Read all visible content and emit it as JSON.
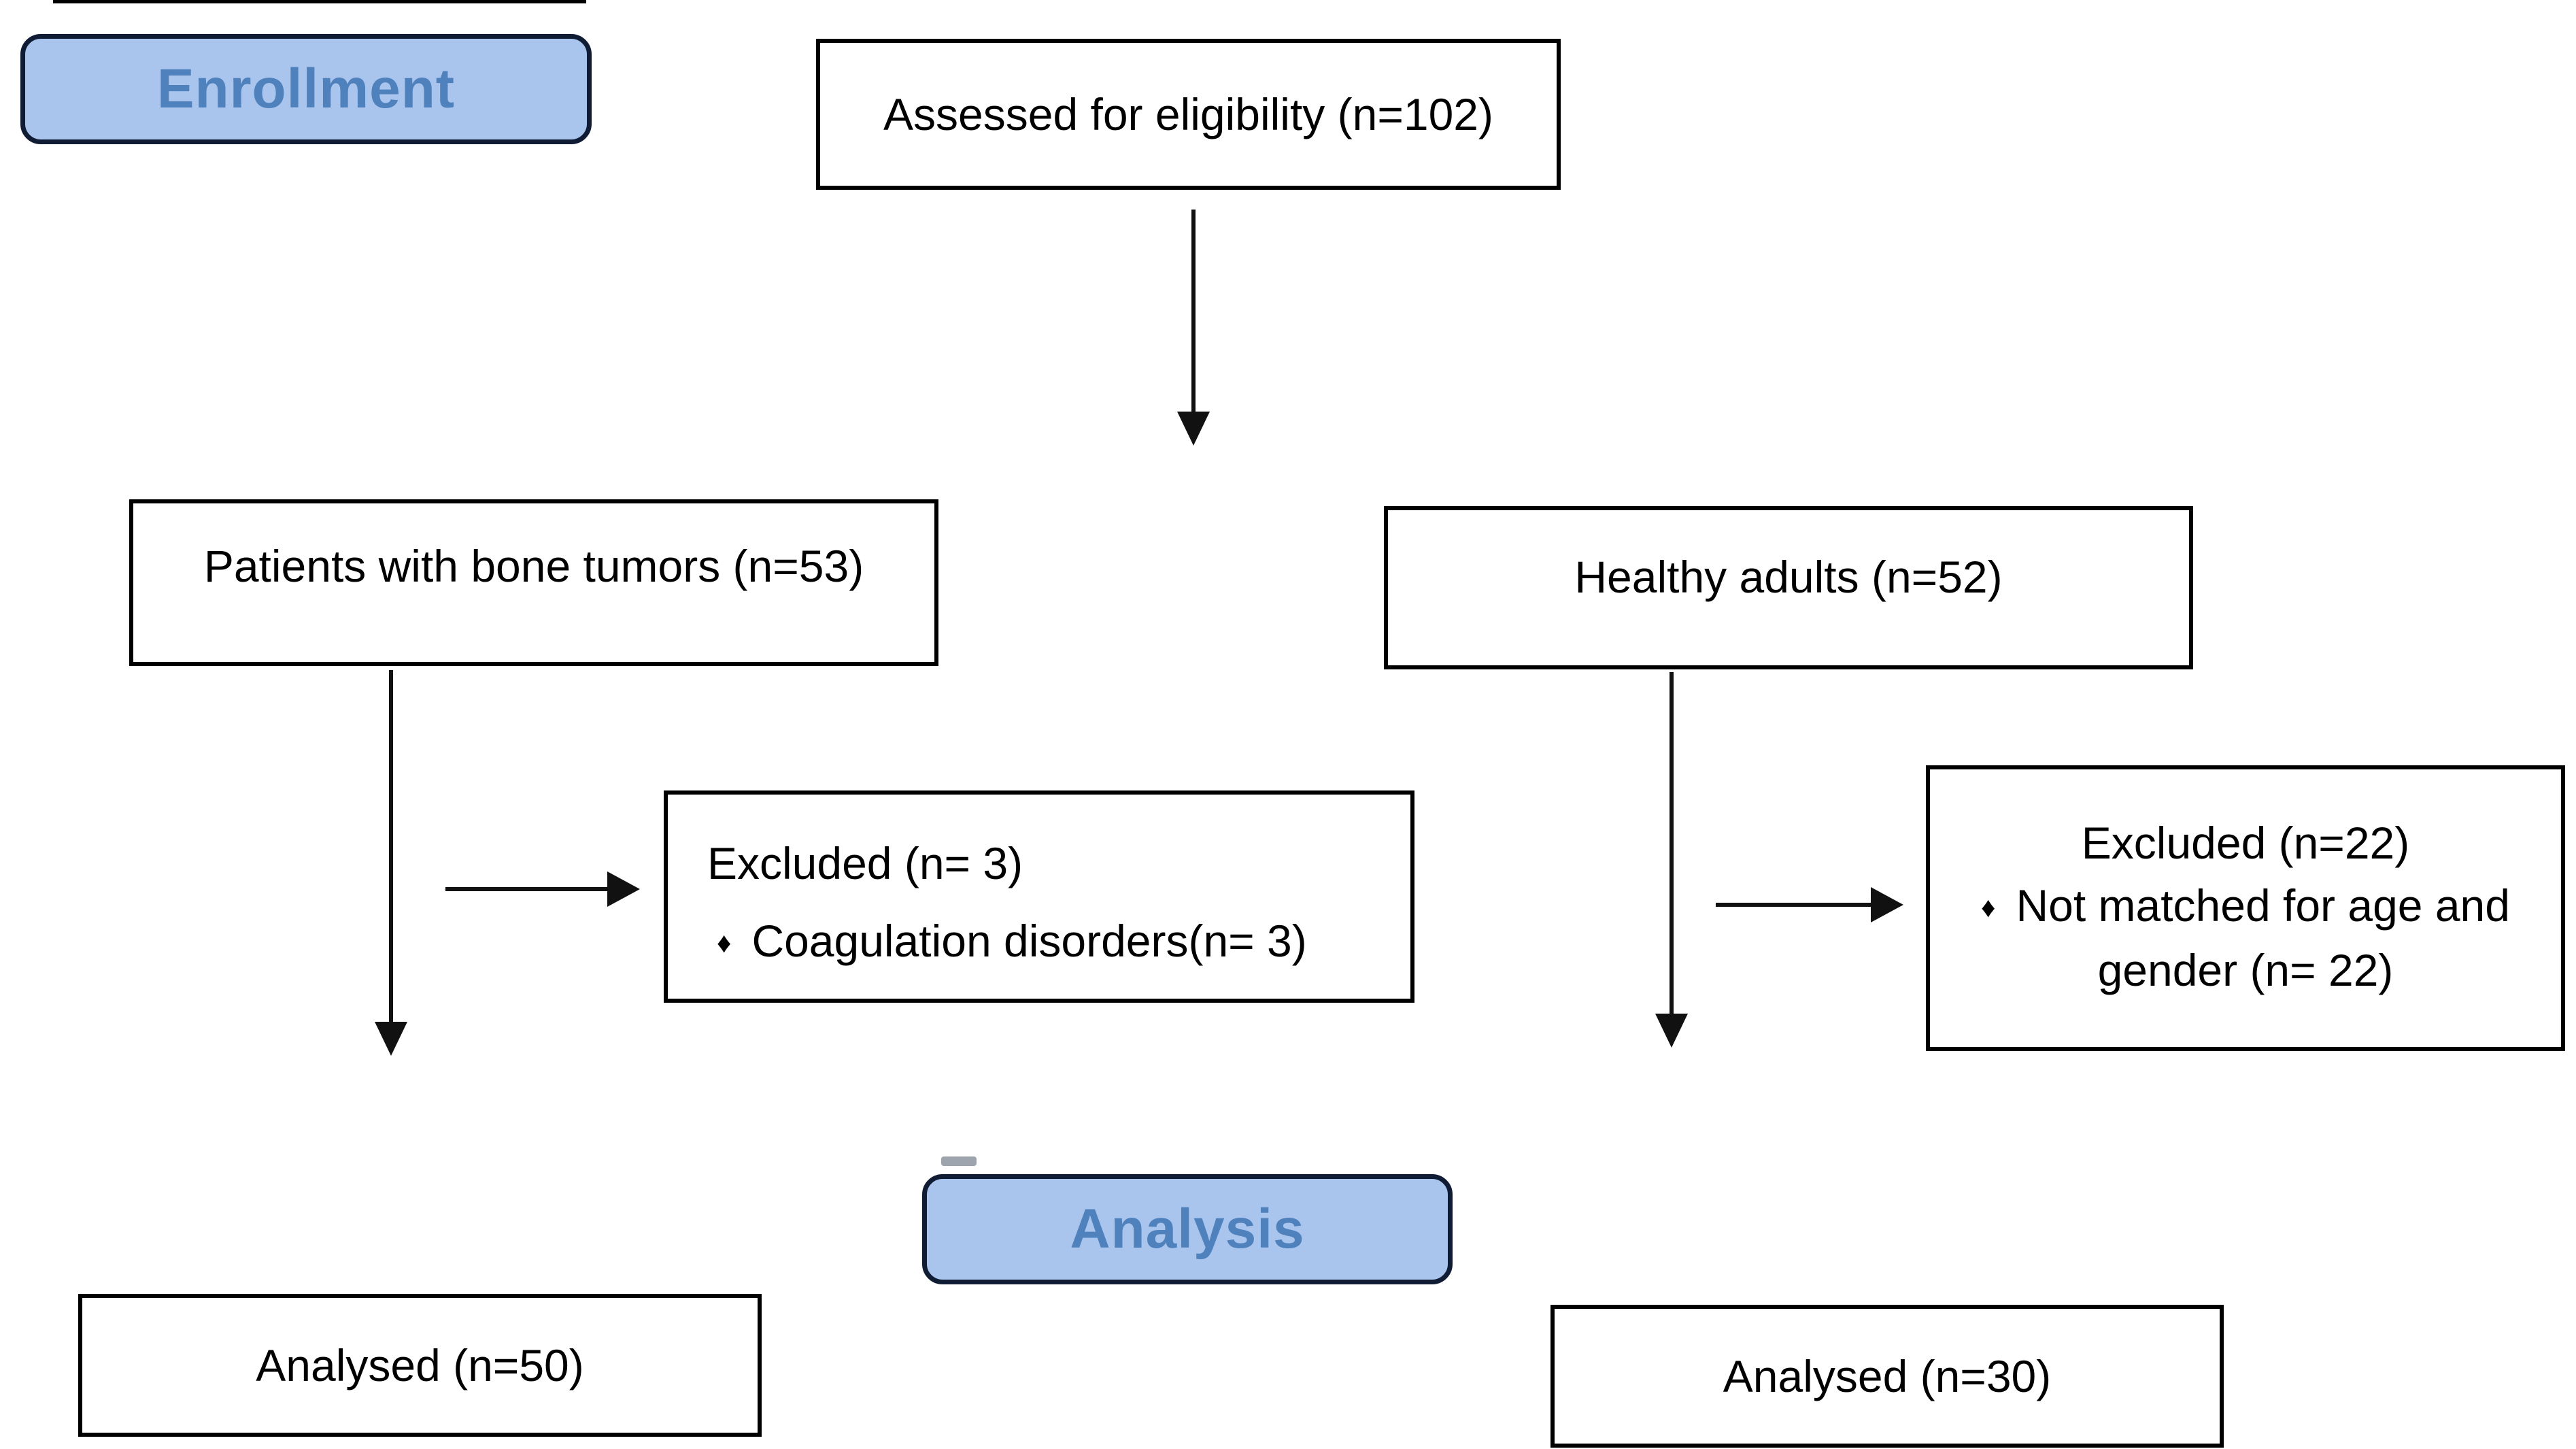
{
  "stages": {
    "enrollment": "Enrollment",
    "analysis": "Analysis"
  },
  "boxes": {
    "assessed": "Assessed for eligibility (n=102)",
    "patients": "Patients with bone tumors (n=53)",
    "healthy": "Healthy adults (n=52)",
    "excluded_left": {
      "title": "Excluded (n= 3)",
      "bullet": "♦",
      "item": "Coagulation disorders(n= 3)"
    },
    "excluded_right": {
      "title": "Excluded (n=22)",
      "bullet": "♦",
      "item_line1": "Not matched for age and",
      "item_line2": "gender (n= 22)"
    },
    "analysed_left": "Analysed (n=50)",
    "analysed_right": "Analysed (n=30)"
  },
  "colors": {
    "stage_fill": "#a9c5ee",
    "stage_border": "#101c33",
    "stage_text": "#4f81bd",
    "box_fill": "#ffffff",
    "box_border": "#000000",
    "arrow": "#111111",
    "canvas_bg": "#ffffff"
  }
}
